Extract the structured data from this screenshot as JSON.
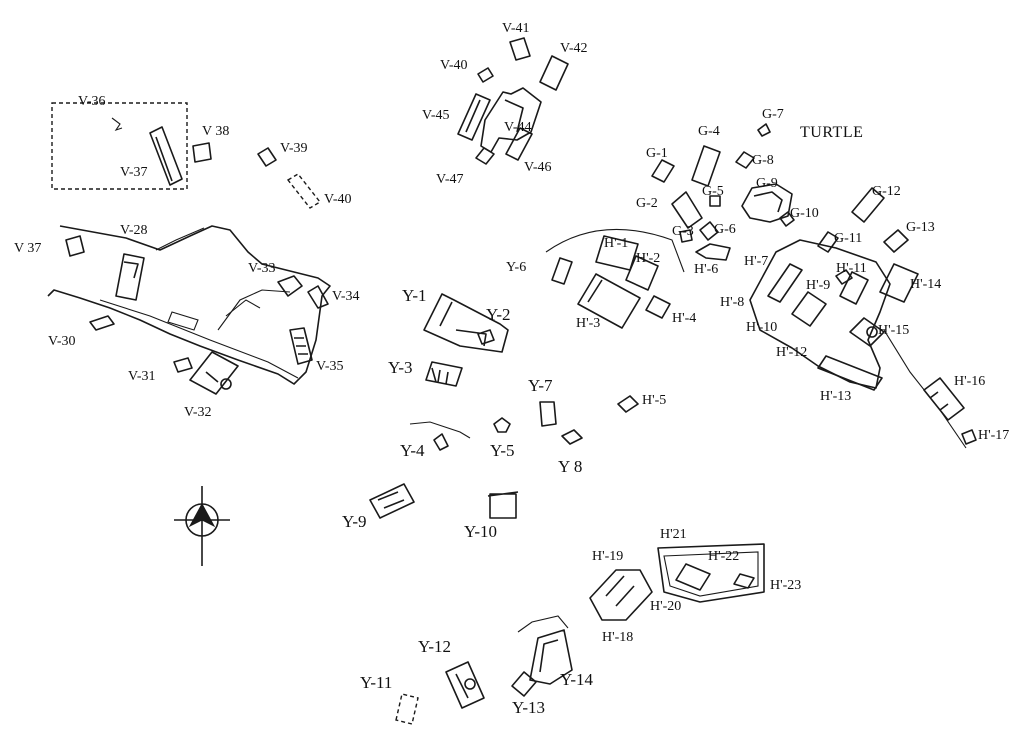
{
  "map": {
    "labels": {
      "v36": "V-36",
      "v37b": "V-37",
      "v38": "V 38",
      "v39": "V-39",
      "v40": "V-40",
      "v41": "V-41",
      "v42": "V-42",
      "v43": "V-40",
      "v45": "V-45",
      "v44": "V-44",
      "v47": "V-47",
      "v46": "V-46",
      "v37": "V 37",
      "v28": "V-28",
      "v33": "V-33",
      "v34": "V-34",
      "v30": "V-30",
      "v31": "V-31",
      "v32": "V-32",
      "v35": "V-35",
      "y1": "Y-1",
      "y2": "Y-2",
      "y3": "Y-3",
      "y4": "Y-4",
      "y5": "Y-5",
      "y6": "Y-6",
      "y7": "Y-7",
      "y8": "Y 8",
      "y9": "Y-9",
      "y10": "Y-10",
      "y11": "Y-11",
      "y12": "Y-12",
      "y13": "Y-13",
      "y14": "Y-14",
      "g1": "G-1",
      "g2": "G-2",
      "g3": "G-3",
      "g4": "G-4",
      "g5": "G-5",
      "g6": "G-6",
      "g7": "G-7",
      "g8": "G-8",
      "g9": "G-9",
      "g10": "G-10",
      "g11": "G-11",
      "g12": "G-12",
      "g13": "G-13",
      "turtle": "TURTLE",
      "h1": "H'-1",
      "h2": "H'-2",
      "h3": "H'-3",
      "h4": "H'-4",
      "h5": "H'-5",
      "h6": "H'-6",
      "h7": "H'-7",
      "h8": "H'-8",
      "h9": "H'-9",
      "h10": "H'-10",
      "h11": "H'-11",
      "h12": "H'-12",
      "h13": "H'-13",
      "h14": "H'-14",
      "h15": "H'-15",
      "h16": "H'-16",
      "h17": "H'-17",
      "h18": "H'-18",
      "h19": "H'-19",
      "h20": "H'-20",
      "h21": "H'21",
      "h22": "H'-22",
      "h23": "H'-23"
    },
    "compass": {
      "icon": "north-arrow-icon"
    }
  }
}
